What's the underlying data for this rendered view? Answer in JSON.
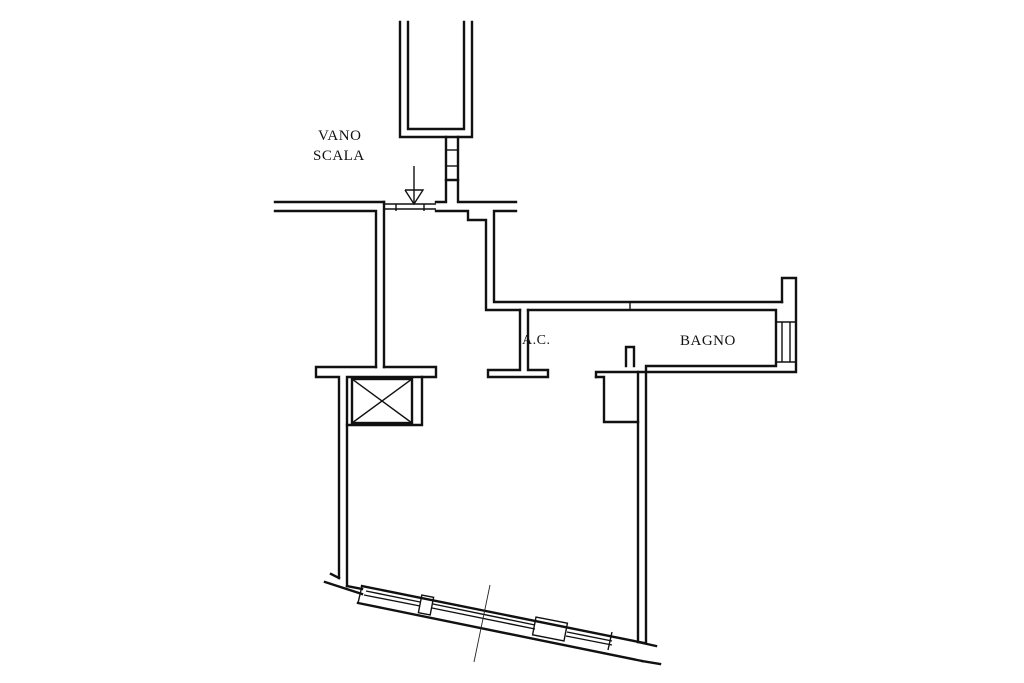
{
  "rooms": {
    "stair_line1": "VANO",
    "stair_line2": "SCALA",
    "closet": "A.C.",
    "bathroom": "BAGNO"
  },
  "colors": {
    "line": "#111111",
    "background": "#ffffff"
  },
  "symbols": [
    "entrance-arrow-icon",
    "shaft-cross-icon",
    "window-symbol",
    "column-symbol"
  ]
}
